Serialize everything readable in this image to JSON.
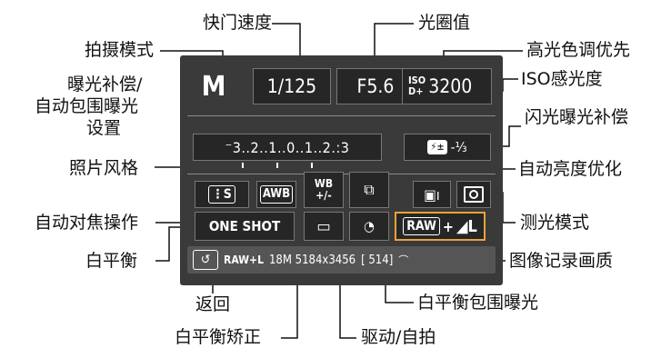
{
  "labels": {
    "shutter_speed": "快门速度",
    "aperture": "光圈值",
    "shooting_mode": "拍摄模式",
    "highlight_tone": "高光色调优先",
    "exposure_comp": "曝光补偿/",
    "aeb": "自动包围曝光",
    "setting": "设置",
    "iso": "ISO感光度",
    "flash_comp": "闪光曝光补偿",
    "picture_style": "照片风格",
    "auto_lighting": "自动亮度优化",
    "af_operation": "自动对焦操作",
    "metering": "测光模式",
    "white_balance": "白平衡",
    "image_quality": "图像记录画质",
    "return": "返回",
    "wb_bracket": "白平衡包围曝光",
    "wb_shift": "白平衡矫正",
    "drive": "驱动/自拍"
  },
  "screen": {
    "mode": "M",
    "shutter": "1/125",
    "aperture": "F5.6",
    "iso_badge_top": "ISO",
    "iso_badge_bottom": "D+",
    "iso_value": "3200",
    "exposure_scale": "⁻3..2..1..0..1..2.:3",
    "flash_comp_value": "-⅓",
    "picture_style_value": "S",
    "wb_value": "AWB",
    "wb_shift_top": "WB",
    "wb_shift_bottom": "+/-",
    "af_mode": "ONE SHOT",
    "quality_raw": "RAW",
    "quality_plus": "+",
    "quality_l": "L",
    "status_quality": "RAW+L",
    "status_resolution": "18M 5184x3456",
    "status_shots": "[ 514]"
  },
  "colors": {
    "accent": "#e8a33a",
    "lcd_bg": "#3a3a3a",
    "cell_bg": "#262626"
  }
}
